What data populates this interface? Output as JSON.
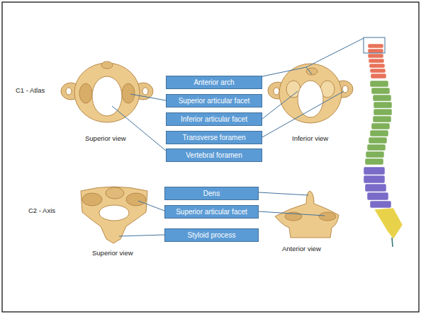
{
  "diagram": {
    "nodes": [
      {
        "text": [
          "Anterior arch"
        ]
      },
      {
        "text": [
          "Superior articular facet"
        ]
      },
      {
        "text": [
          "Inferior articular facet"
        ]
      },
      {
        "text": [
          "Transverse foramen"
        ]
      },
      {
        "text": [
          "Vertebral foramen"
        ]
      },
      {
        "text": [
          "Dens"
        ]
      },
      {
        "text": [
          "Superior articular facet"
        ]
      },
      {
        "text": [
          "Styloid process"
        ]
      }
    ],
    "labels": [
      "C1 - Atlas",
      "Superior view",
      "Inferior view",
      "C2 - Axis",
      "Superior view",
      "Anterior view"
    ]
  }
}
